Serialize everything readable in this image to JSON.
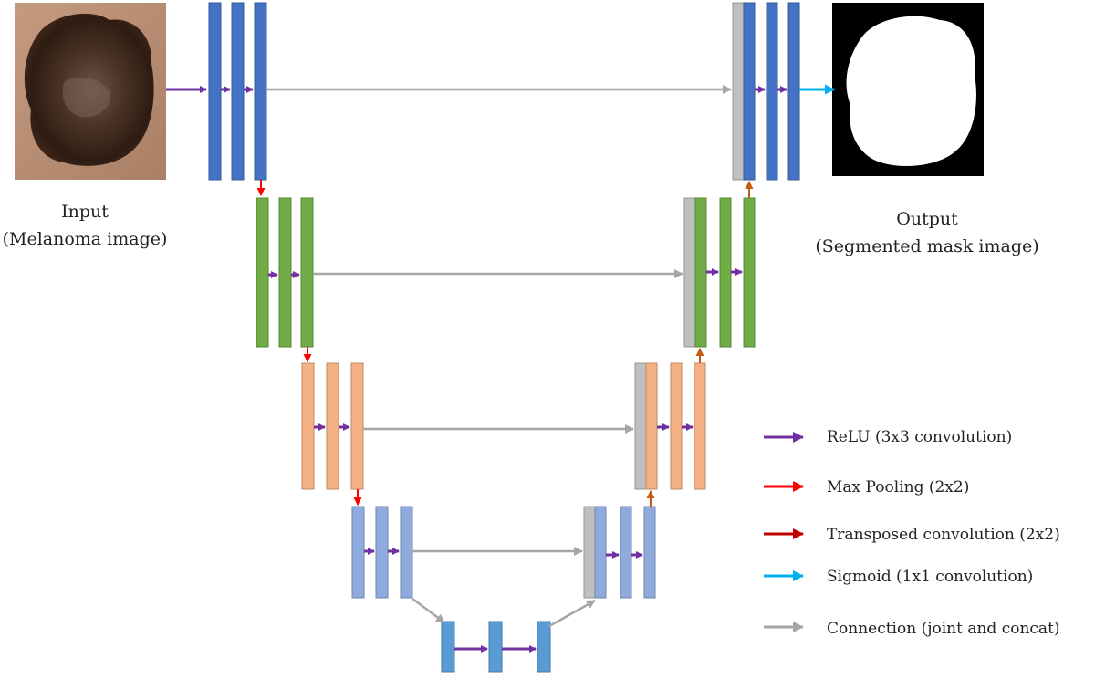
{
  "input": {
    "title": "Input",
    "subtitle": "(Melanoma image)"
  },
  "output": {
    "title": "Output",
    "subtitle": "(Segmented mask image)"
  },
  "legend": [
    {
      "label": "ReLU (3x3 convolution)",
      "color": "#7030a0"
    },
    {
      "label": "Max Pooling (2x2)",
      "color": "#ff0000"
    },
    {
      "label": "Transposed convolution (2x2)",
      "color": "#c00000"
    },
    {
      "label": "Sigmoid (1x1 convolution)",
      "color": "#00b0f0"
    },
    {
      "label": "Connection (joint and concat)",
      "color": "#a6a6a6"
    }
  ],
  "colors": {
    "level1": "#4472c4",
    "level2": "#70ad47",
    "level3": "#f4b183",
    "level4": "#8faadc",
    "bottleneck": "#5b9bd5",
    "concat": "#bfbfbf",
    "upsample_arrow": "#c55a11",
    "lesion": "#3a2518",
    "skin": "#b88a6e"
  }
}
